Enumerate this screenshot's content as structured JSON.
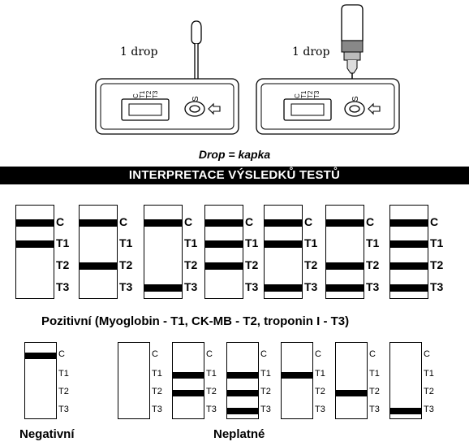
{
  "top": {
    "drop_label_1": "1 drop",
    "drop_label_2": "1 drop",
    "cassette_markers": [
      "C",
      "T1",
      "T2",
      "T3"
    ],
    "sample_marker": "S",
    "caption": "Drop = kapka"
  },
  "banner": "INTERPRETACE VÝSLEDKŮ TESTŮ",
  "positive": {
    "labels": [
      "C",
      "T1",
      "T2",
      "T3"
    ],
    "strips": [
      {
        "bands": [
          "C",
          "T1"
        ]
      },
      {
        "bands": [
          "C",
          "T2"
        ]
      },
      {
        "bands": [
          "C",
          "T3"
        ]
      },
      {
        "bands": [
          "C",
          "T1",
          "T2"
        ]
      },
      {
        "bands": [
          "C",
          "T1",
          "T3"
        ]
      },
      {
        "bands": [
          "C",
          "T2",
          "T3"
        ]
      },
      {
        "bands": [
          "C",
          "T1",
          "T2",
          "T3"
        ]
      }
    ],
    "caption": "Pozitivní (Myoglobin - T1, CK-MB - T2, troponin I - T3)"
  },
  "negative": {
    "labels": [
      "C",
      "T1",
      "T2",
      "T3"
    ],
    "strips": [
      {
        "bands": [
          "C"
        ]
      }
    ],
    "caption": "Negativní"
  },
  "invalid": {
    "labels": [
      "C",
      "T1",
      "T2",
      "T3"
    ],
    "strips": [
      {
        "bands": []
      },
      {
        "bands": [
          "T1",
          "T2"
        ]
      },
      {
        "bands": [
          "T1",
          "T2",
          "T3"
        ]
      },
      {
        "bands": [
          "T1"
        ]
      },
      {
        "bands": [
          "T2"
        ]
      },
      {
        "bands": [
          "T3"
        ]
      }
    ],
    "caption": "Neplatné"
  }
}
